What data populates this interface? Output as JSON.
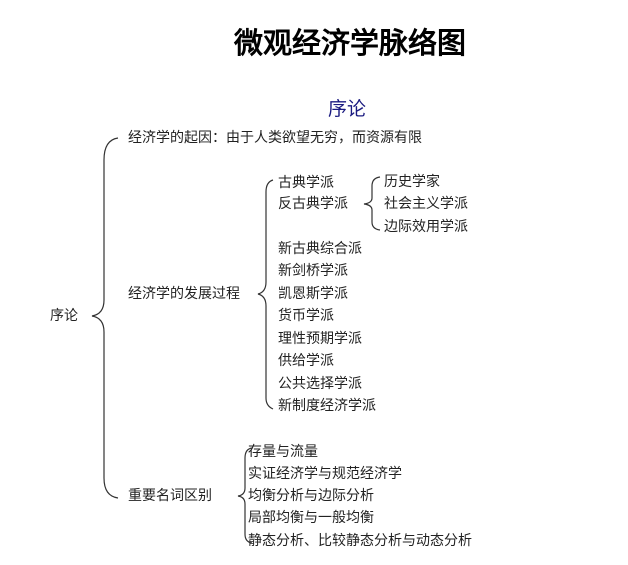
{
  "title": "微观经济学脉络图",
  "section": "序论",
  "root": "序论",
  "branches": {
    "origin": "经济学的起因：由于人类欲望无穷，而资源有限",
    "development": {
      "label": "经济学的发展过程",
      "classical": "古典学派",
      "anti_classical": "反古典学派",
      "anti_classical_children": [
        "历史学家",
        "社会主义学派",
        "边际效用学派"
      ],
      "schools": [
        "新古典综合派",
        "新剑桥学派",
        "凯恩斯学派",
        "货币学派",
        "理性预期学派",
        "供给学派",
        "公共选择学派",
        "新制度经济学派"
      ]
    },
    "terms": {
      "label": "重要名词区别",
      "items": [
        "存量与流量",
        "实证经济学与规范经济学",
        "均衡分析与边际分析",
        "局部均衡与一般均衡",
        "静态分析、比较静态分析与动态分析"
      ]
    }
  }
}
